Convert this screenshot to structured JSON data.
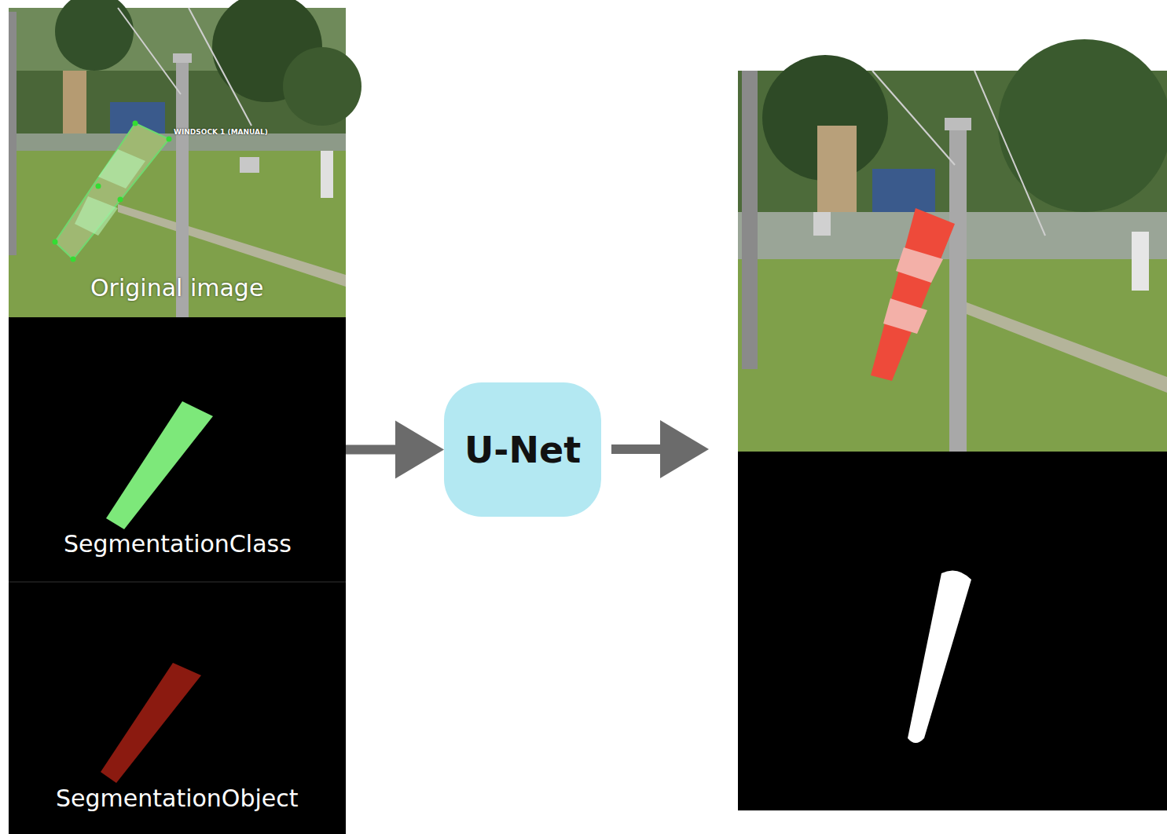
{
  "diagram": {
    "nodes": [
      {
        "text": [
          "Original image"
        ]
      },
      {
        "text": [
          "SegmentationClass"
        ]
      },
      {
        "text": [
          "SegmentationObject"
        ]
      },
      {
        "text": [
          "U-Net"
        ]
      }
    ],
    "edges": [
      {
        "from": 1,
        "to": 3,
        "arrow": "to"
      }
    ],
    "labels": [
      "WINDSOCK 1 (MANUAL)"
    ]
  }
}
